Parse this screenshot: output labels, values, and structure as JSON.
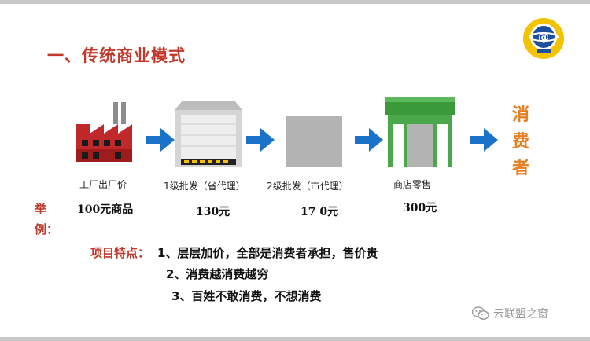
{
  "title": "一、传统商业模式",
  "colors": {
    "title": "#c0392b",
    "arrow": "#1a73c8",
    "consumer": "#e67e22",
    "store": "#3a9a3a",
    "factory": "#c0292b"
  },
  "chain": [
    {
      "label": "工厂出厂价",
      "price": "100元商品",
      "icon": "factory-icon"
    },
    {
      "label": "1级批发（省代理）",
      "price": "130元",
      "icon": "warehouse-icon"
    },
    {
      "label": "2级批发（市代理）",
      "price": "17 0元",
      "icon": "gray-box-icon"
    },
    {
      "label": "商店零售",
      "price": "300元",
      "icon": "store-icon"
    }
  ],
  "consumer": [
    "消",
    "费",
    "者"
  ],
  "example_label": [
    "举",
    "例："
  ],
  "features": {
    "title": "项目特点：",
    "items": [
      "1、层层加价，全部是消费者承担，售价贵",
      "2、消费越消费越穷",
      "3、百姓不敢消费，不想消费"
    ]
  },
  "watermark": {
    "text": "云联盟之窗",
    "icon": "wechat-icon"
  },
  "logo": {
    "icon": "globe-logo-icon"
  }
}
